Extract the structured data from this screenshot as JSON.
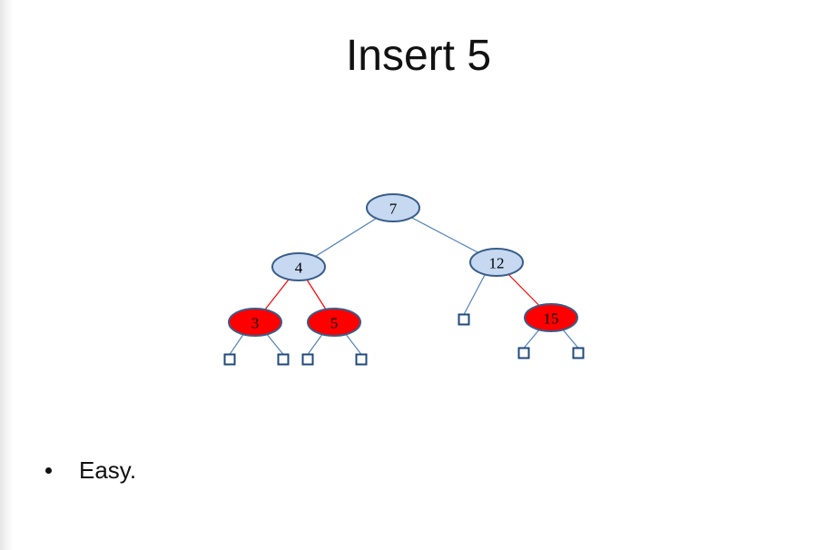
{
  "slide": {
    "title": "Insert 5",
    "bullets": [
      "Easy."
    ]
  },
  "tree": {
    "nodes": [
      {
        "id": "n7",
        "label": "7",
        "color": "black",
        "parent": null
      },
      {
        "id": "n4",
        "label": "4",
        "color": "black",
        "parent": "n7"
      },
      {
        "id": "n12",
        "label": "12",
        "color": "black",
        "parent": "n7"
      },
      {
        "id": "n3",
        "label": "3",
        "color": "red",
        "parent": "n4"
      },
      {
        "id": "n5",
        "label": "5",
        "color": "red",
        "parent": "n4"
      },
      {
        "id": "n15",
        "label": "15",
        "color": "red",
        "parent": "n12"
      }
    ],
    "leaves": [
      {
        "id": "l3a",
        "parent": "n3"
      },
      {
        "id": "l3b",
        "parent": "n3"
      },
      {
        "id": "l5a",
        "parent": "n5"
      },
      {
        "id": "l5b",
        "parent": "n5"
      },
      {
        "id": "l12a",
        "parent": "n12"
      },
      {
        "id": "l15a",
        "parent": "n15"
      },
      {
        "id": "l15b",
        "parent": "n15"
      }
    ]
  },
  "colors": {
    "black_node_fill": "#c6d9f1",
    "red_node_fill": "#ff0000",
    "node_stroke": "#385d8a",
    "edge_blue": "#4f81bd",
    "edge_red": "#ff0000",
    "leaf_stroke": "#1f497d"
  }
}
